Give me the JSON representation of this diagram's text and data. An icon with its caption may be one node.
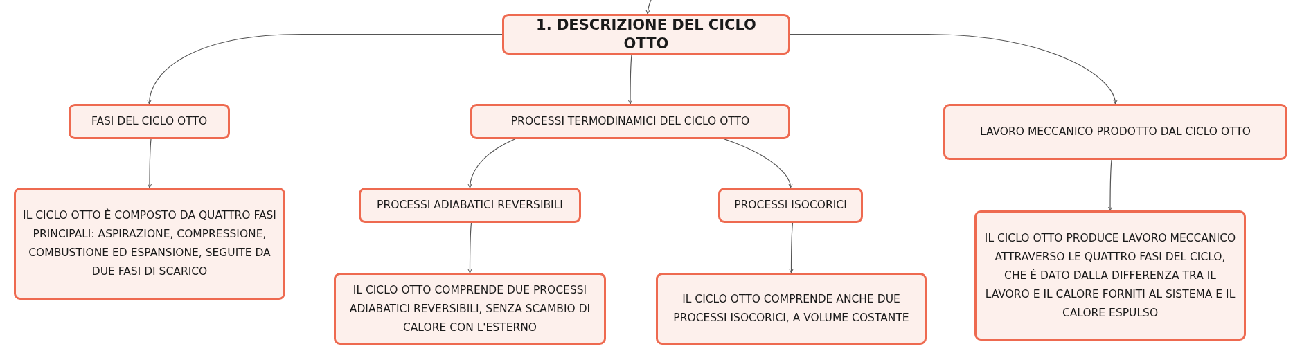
{
  "diagram": {
    "nodes": [
      {
        "text": [
          "1. DESCRIZIONE DEL CICLO OTTO"
        ]
      },
      {
        "text": [
          "FASI DEL CICLO OTTO"
        ]
      },
      {
        "text": [
          "PROCESSI TERMODINAMICI DEL CICLO OTTO"
        ]
      },
      {
        "text": [
          "LAVORO MECCANICO PRODOTTO DAL CICLO OTTO"
        ]
      },
      {
        "text": [
          "IL CICLO OTTO È COMPOSTO DA QUATTRO FASI PRINCIPALI: ASPIRAZIONE, COMPRESSIONE, COMBUSTIONE ED ESPANSIONE, SEGUITE DA DUE FASI DI SCARICO"
        ]
      },
      {
        "text": [
          "PROCESSI ADIABATICI REVERSIBILI"
        ]
      },
      {
        "text": [
          "PROCESSI ISOCORICI"
        ]
      },
      {
        "text": [
          "IL CICLO OTTO COMPRENDE DUE PROCESSI ADIABATICI REVERSIBILI, SENZA SCAMBIO DI CALORE CON L'ESTERNO"
        ]
      },
      {
        "text": [
          "IL CICLO OTTO COMPRENDE ANCHE DUE PROCESSI ISOCORICI, A VOLUME COSTANTE"
        ]
      },
      {
        "text": [
          "IL CICLO OTTO PRODUCE LAVORO MECCANICO ATTRAVERSO LE QUATTRO FASI DEL CICLO, CHE È DATO DALLA DIFFERENZA TRA IL LAVORO E IL CALORE FORNITI AL SISTEMA E IL CALORE ESPULSO"
        ]
      }
    ],
    "edges": [
      {
        "from": null,
        "to": 0,
        "arrow": "to"
      },
      {
        "from": 0,
        "to": 1,
        "arrow": "to"
      },
      {
        "from": 0,
        "to": 2,
        "arrow": "to"
      },
      {
        "from": 0,
        "to": 3,
        "arrow": "to"
      },
      {
        "from": 1,
        "to": 4,
        "arrow": "to"
      },
      {
        "from": 2,
        "to": 5,
        "arrow": "to"
      },
      {
        "from": 2,
        "to": 6,
        "arrow": "to"
      },
      {
        "from": 5,
        "to": 7,
        "arrow": "to"
      },
      {
        "from": 6,
        "to": 8,
        "arrow": "to"
      },
      {
        "from": 3,
        "to": 9,
        "arrow": "to"
      }
    ]
  }
}
